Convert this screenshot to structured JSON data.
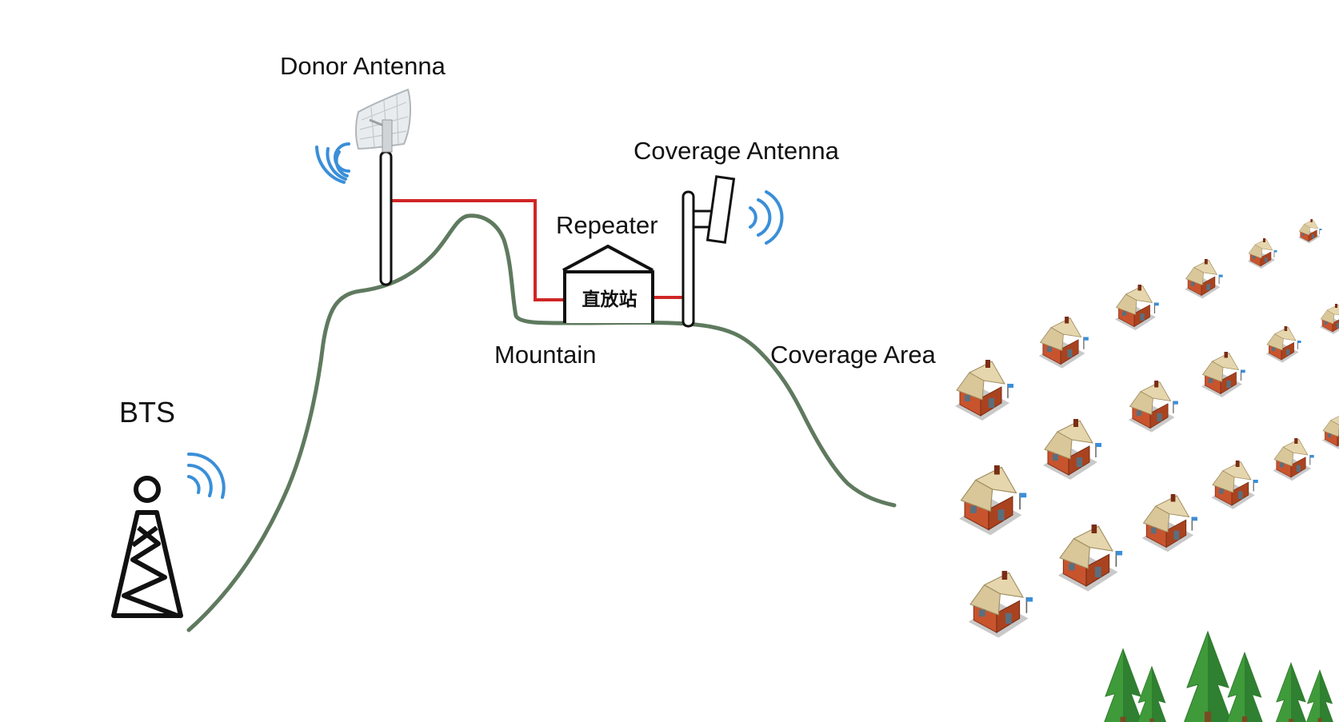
{
  "labels": {
    "donor_antenna": "Donor Antenna",
    "coverage_antenna": "Coverage Antenna",
    "repeater": "Repeater",
    "repeater_box_text": "直放站",
    "mountain": "Mountain",
    "coverage_area": "Coverage Area",
    "bts": "BTS"
  },
  "colors": {
    "mountain": "#5f7a5f",
    "cable": "#d02626",
    "signal": "#3a8fd8",
    "outline": "#111111",
    "roof": "#d9c79a",
    "wall": "#c8542e",
    "tree": "#3f9a3a"
  },
  "icons": {
    "bts": "cell-tower-icon",
    "donor": "grid-parabolic-antenna-icon",
    "coverage": "panel-antenna-icon",
    "house": "house-icon",
    "tree": "tree-icon"
  }
}
